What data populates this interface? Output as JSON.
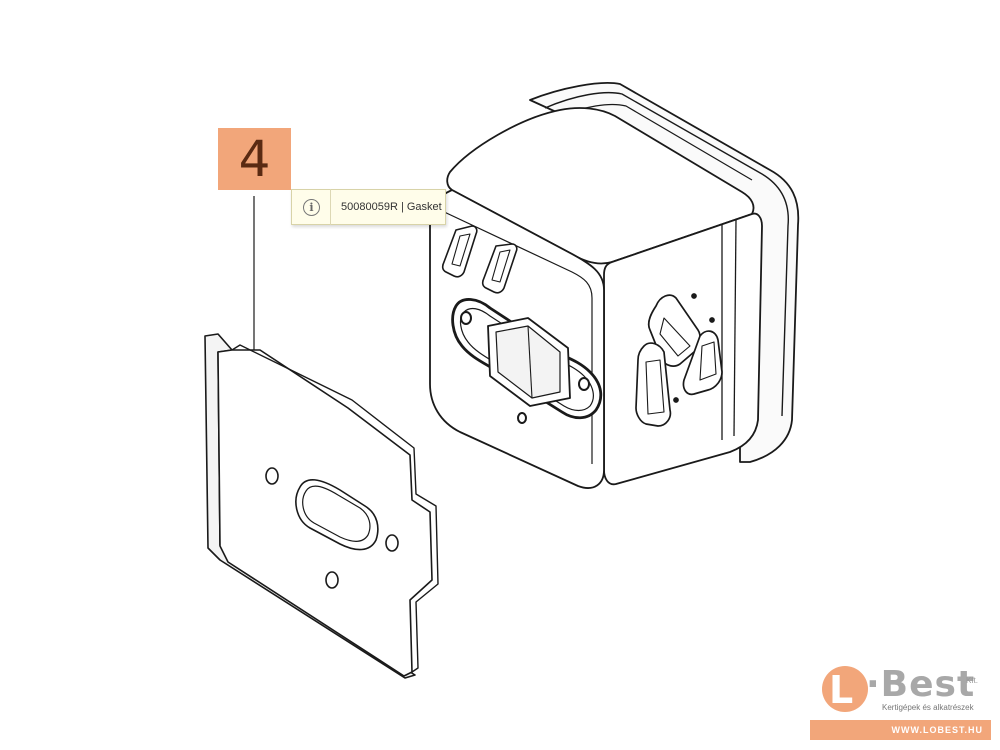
{
  "callout": {
    "number": "4"
  },
  "tooltip": {
    "icon": "info-icon",
    "glyph": "i",
    "text": "50080059R | Gasket"
  },
  "logo": {
    "letter": "L",
    "word": "·Best",
    "kft": "Kft.",
    "tagline": "Kertigépek és alkatrészek",
    "url": "WWW.LOBEST.HU"
  },
  "colors": {
    "accent": "#f2a67a",
    "line": "#1a1a1a",
    "tooltip_bg": "#fffdea"
  }
}
